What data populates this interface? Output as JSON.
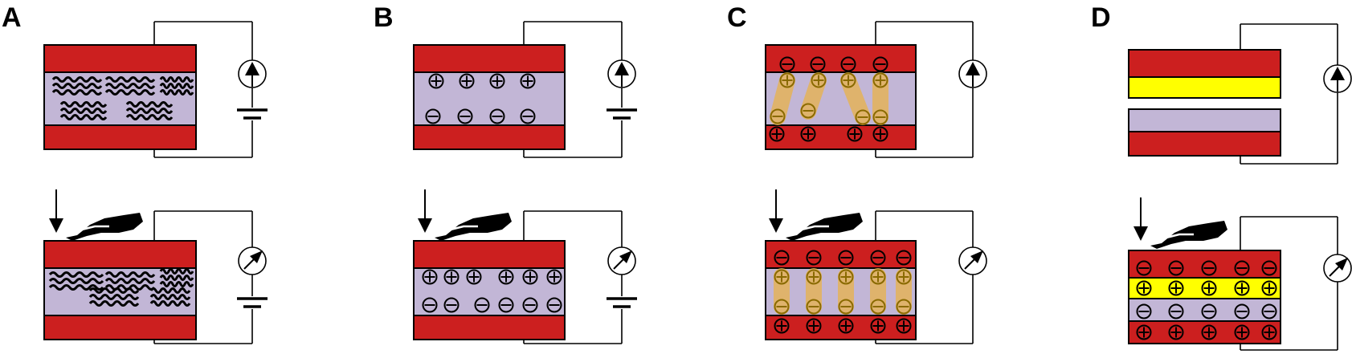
{
  "figure": {
    "panels": [
      {
        "id": "A",
        "label": "A",
        "kind": "dielectric-chains"
      },
      {
        "id": "B",
        "label": "B",
        "kind": "dipole-charges"
      },
      {
        "id": "C",
        "label": "C",
        "kind": "bridged-charges"
      },
      {
        "id": "D",
        "label": "D",
        "kind": "separated-layers"
      }
    ],
    "colors": {
      "electrode": "#cc1f1f",
      "dielectric": "#c2b6d6",
      "charge_layer": "#ffff00",
      "bridge": "#e5b35a",
      "bridge_charge": "#8a6a00",
      "line": "#000000"
    },
    "icons": [
      "down-arrow-icon",
      "hand-icon",
      "meter-icon",
      "battery-icon"
    ]
  }
}
